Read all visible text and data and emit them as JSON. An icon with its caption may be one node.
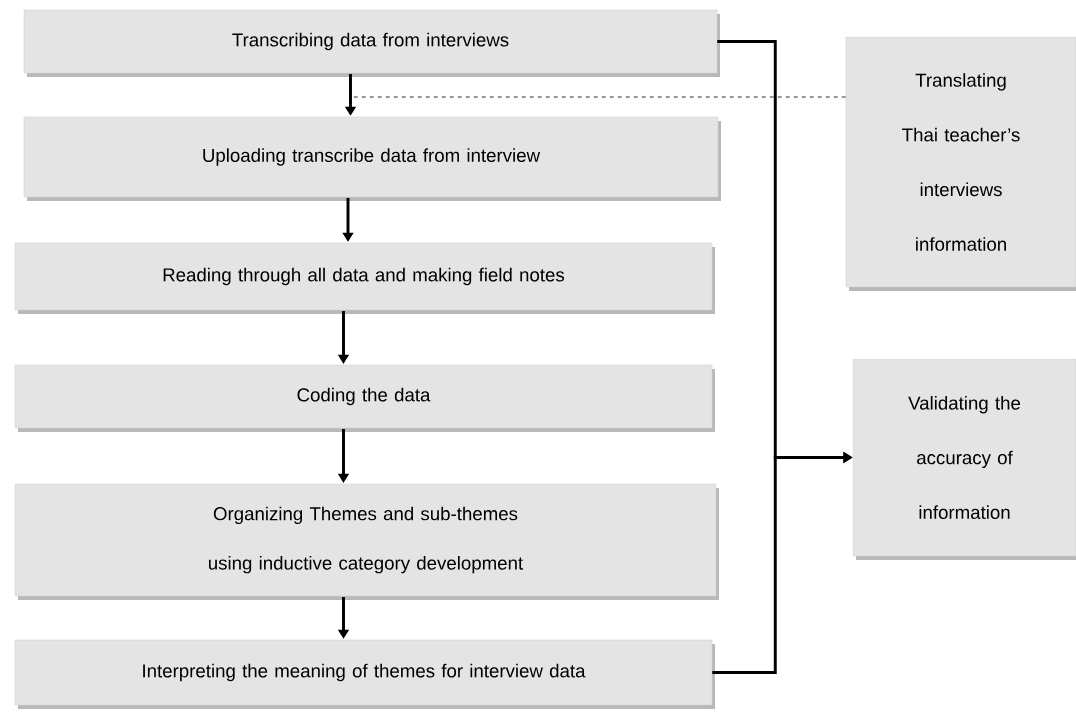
{
  "diagram": {
    "nodes": [
      {
        "text": [
          "Transcribing data from interviews"
        ]
      },
      {
        "text": [
          "Uploading transcribe data from interview"
        ]
      },
      {
        "text": [
          "Reading through all data and making field notes"
        ]
      },
      {
        "text": [
          "Coding the data"
        ]
      },
      {
        "text": [
          "Organizing Themes and sub-themes using inductive category development"
        ]
      },
      {
        "text": [
          "Interpreting the meaning of themes for interview data"
        ]
      },
      {
        "text": [
          "Translating Thai teacher’s interviews information"
        ]
      },
      {
        "text": [
          "Validating the accuracy of information"
        ]
      }
    ],
    "edges": [
      {
        "from": 0,
        "to": 1,
        "arrow": "to"
      },
      {
        "from": 1,
        "to": 2,
        "arrow": "to"
      },
      {
        "from": 2,
        "to": 3,
        "arrow": "to"
      },
      {
        "from": 3,
        "to": 4,
        "arrow": "to"
      },
      {
        "from": 4,
        "to": 5,
        "arrow": "to"
      },
      {
        "from": 0,
        "to": 7,
        "arrow": "to"
      },
      {
        "from": 5,
        "to": 7,
        "arrow": "to"
      },
      {
        "from": 6,
        "to": null,
        "arrow": "none",
        "style": "dashed"
      }
    ]
  }
}
